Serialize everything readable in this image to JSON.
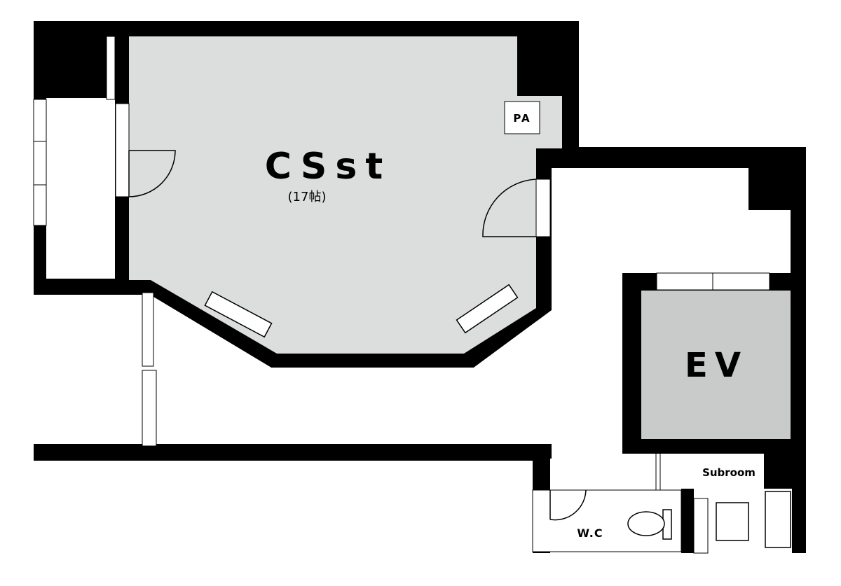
{
  "rooms": {
    "studio": {
      "name": "CSst",
      "size": "(17帖)"
    },
    "pa": {
      "name": "PA"
    },
    "elevator": {
      "name": "EV"
    },
    "subroom": {
      "name": "Subroom"
    },
    "wc": {
      "name": "W.C"
    }
  },
  "colors": {
    "wall": "#000000",
    "studio_floor": "#dcdddd",
    "elevator_floor": "#c9caca",
    "background": "#ffffff"
  }
}
